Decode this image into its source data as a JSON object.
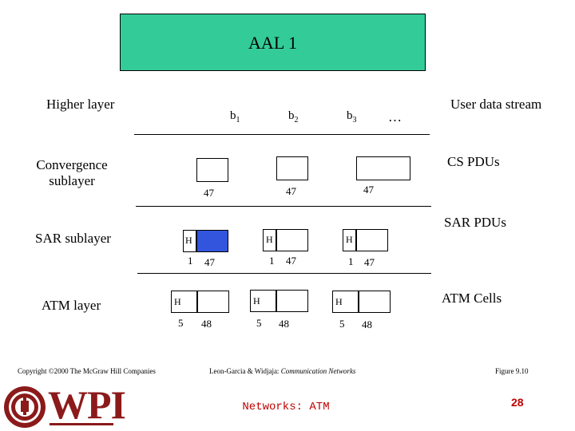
{
  "header": {
    "title": "AAL 1"
  },
  "layers": {
    "higher": "Higher layer",
    "convergence_line1": "Convergence",
    "convergence_line2": "sublayer",
    "sar": "SAR sublayer",
    "atm": "ATM layer"
  },
  "right_labels": {
    "user_data": "User data stream",
    "cs_pdus": "CS PDUs",
    "sar_pdus": "SAR PDUs",
    "atm_cells": "ATM Cells"
  },
  "user_blocks": [
    {
      "letter": "b",
      "sub": "1"
    },
    {
      "letter": "b",
      "sub": "2"
    },
    {
      "letter": "b",
      "sub": "3"
    }
  ],
  "ellipsis": "…",
  "cs_sizes": [
    "47",
    "47",
    "47"
  ],
  "sar": {
    "header": "H",
    "one": "1",
    "payload": "47"
  },
  "atm": {
    "header": "H",
    "hsize": "5",
    "payload": "48"
  },
  "footer": {
    "copyright": "Copyright ©2000 The McGraw Hill Companies",
    "citation_authors": "Leon-Garcia & Widjaja:",
    "citation_title": "Communication Networks",
    "figure": "Figure 9.10",
    "course": "Networks: ATM",
    "page": "28",
    "logo": "WPI"
  },
  "colors": {
    "title_fill": "#33cc99",
    "highlight_fill": "#3355dd",
    "accent": "#c00000",
    "logo": "#8b1a1a"
  },
  "icons": {
    "logo": "wpi-seal-icon"
  }
}
